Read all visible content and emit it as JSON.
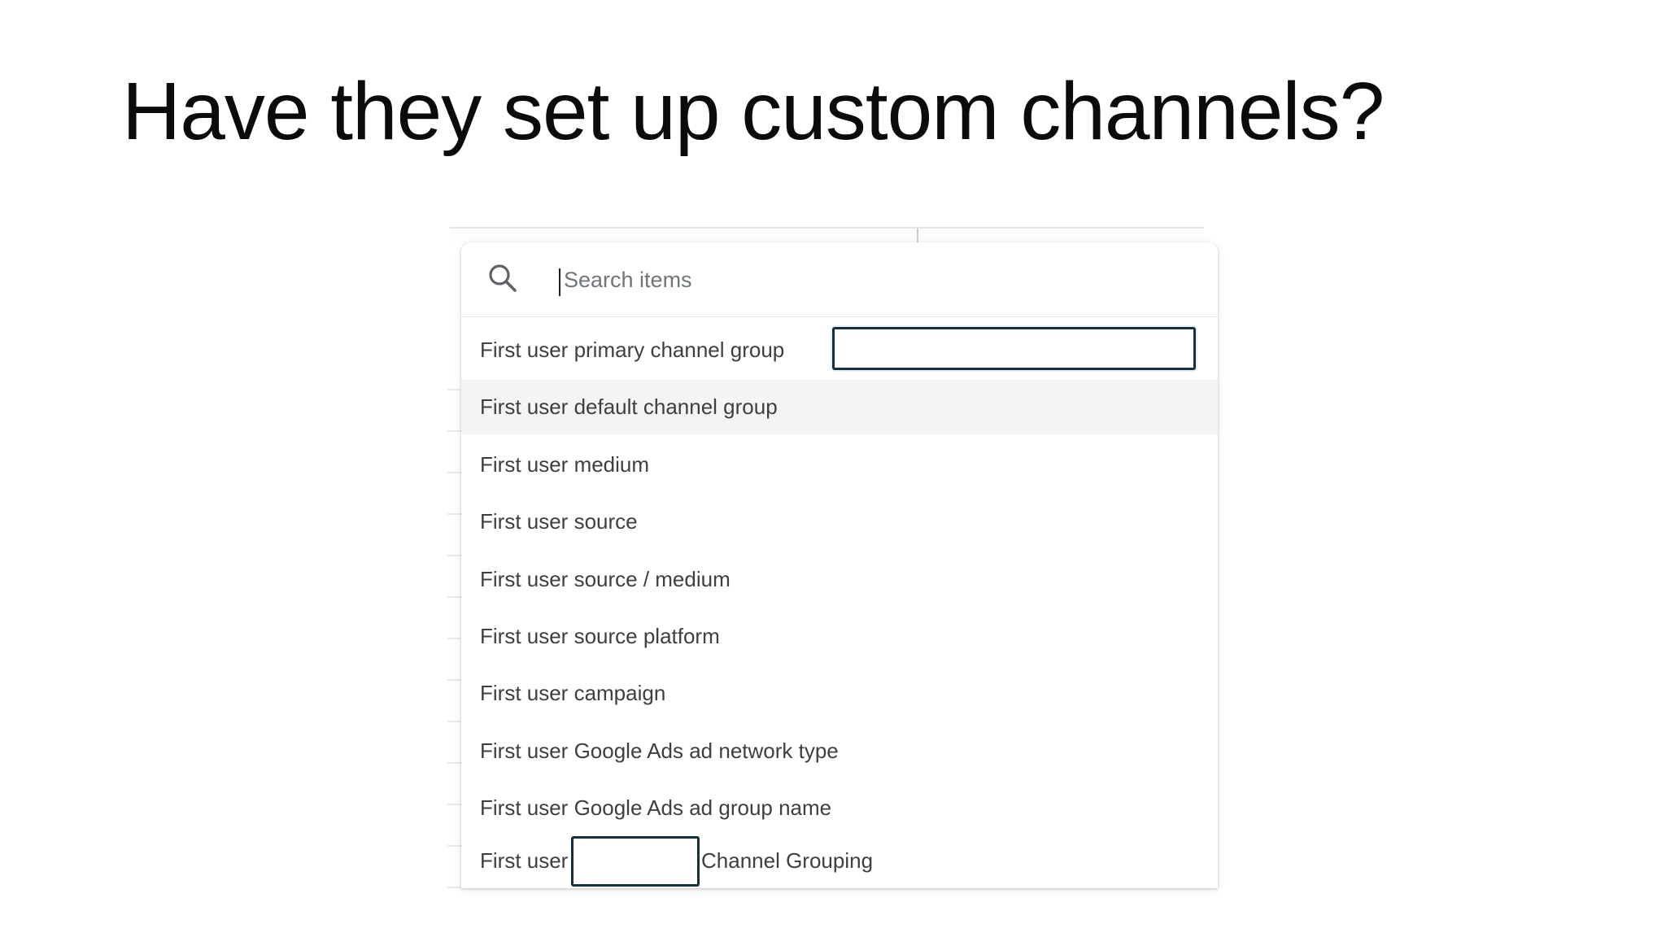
{
  "slide": {
    "title": "Have they set up custom channels?"
  },
  "dropdown": {
    "search": {
      "placeholder": "Search items",
      "icon": "magnifying-glass",
      "cursor_visible": true
    },
    "items": [
      {
        "label": "First user primary channel group",
        "redacted_value_box": true
      },
      {
        "label": "First user default channel group",
        "state": "highlighted"
      },
      {
        "label": "First user medium"
      },
      {
        "label": "First user source"
      },
      {
        "label": "First user source / medium"
      },
      {
        "label": "First user source platform"
      },
      {
        "label": "First user campaign"
      },
      {
        "label": "First user Google Ads ad network type"
      },
      {
        "label": "First user Google Ads ad group name"
      },
      {
        "prefix": "First user",
        "suffix": "Channel Grouping",
        "redacted_value_box": true
      }
    ],
    "colors": {
      "redaction_border": "#16303d",
      "highlight_row": "#f4f4f4",
      "item_text": "#3c4043",
      "placeholder_text": "#70757a",
      "icon_gray": "#5f6368"
    }
  }
}
